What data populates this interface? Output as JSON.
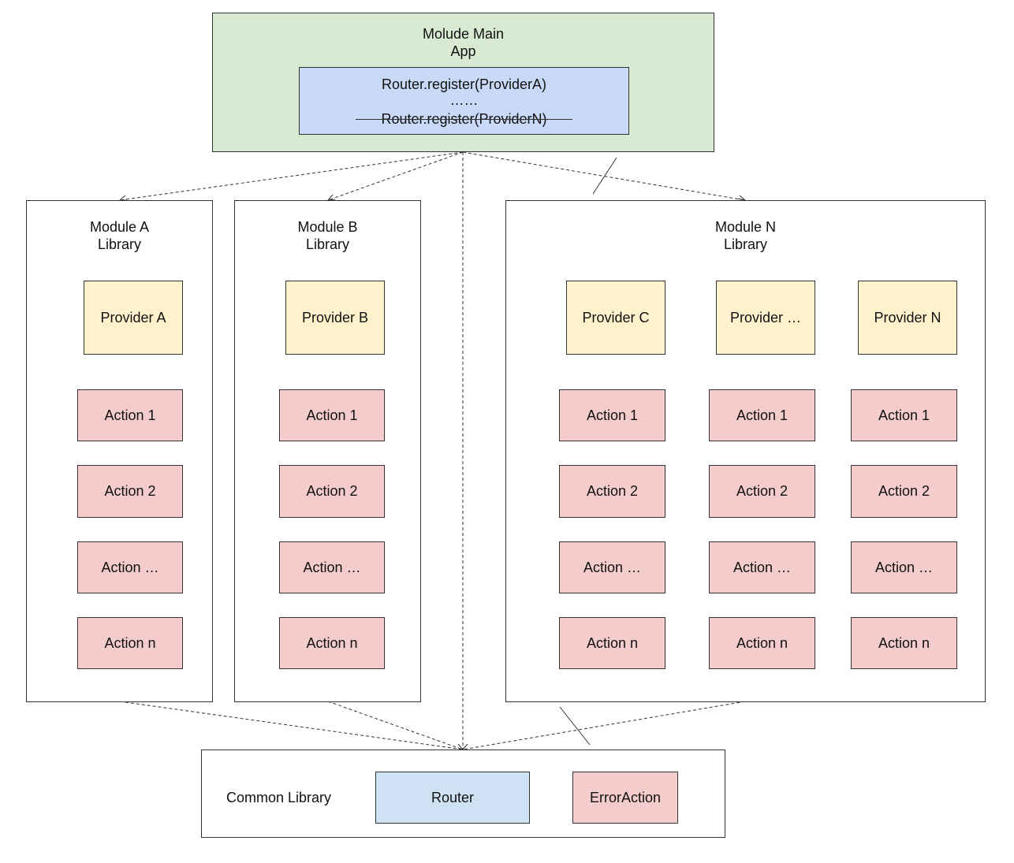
{
  "main_app": {
    "title_line1": "Molude Main",
    "title_line2": "App",
    "register_first": "Router.register(ProviderA)",
    "register_dots": "……",
    "register_last": "Router.register(ProviderN)"
  },
  "module_a": {
    "title_line1": "Module A",
    "title_line2": "Library",
    "provider": "Provider A",
    "actions": [
      "Action 1",
      "Action 2",
      "Action …",
      "Action n"
    ]
  },
  "module_b": {
    "title_line1": "Module B",
    "title_line2": "Library",
    "provider": "Provider B",
    "actions": [
      "Action 1",
      "Action 2",
      "Action …",
      "Action n"
    ]
  },
  "module_n": {
    "title_line1": "Module N",
    "title_line2": "Library",
    "columns": [
      {
        "provider": "Provider C",
        "actions": [
          "Action 1",
          "Action 2",
          "Action …",
          "Action n"
        ]
      },
      {
        "provider": "Provider …",
        "actions": [
          "Action 1",
          "Action 2",
          "Action …",
          "Action n"
        ]
      },
      {
        "provider": "Provider N",
        "actions": [
          "Action 1",
          "Action 2",
          "Action …",
          "Action n"
        ]
      }
    ]
  },
  "common": {
    "label": "Common Library",
    "router": "Router",
    "error_action": "ErrorAction"
  },
  "colors": {
    "app": "#d9ead3",
    "register": "#c9daf8",
    "provider": "#fff2cc",
    "action": "#f4cccc",
    "router": "#cfe2f3"
  }
}
